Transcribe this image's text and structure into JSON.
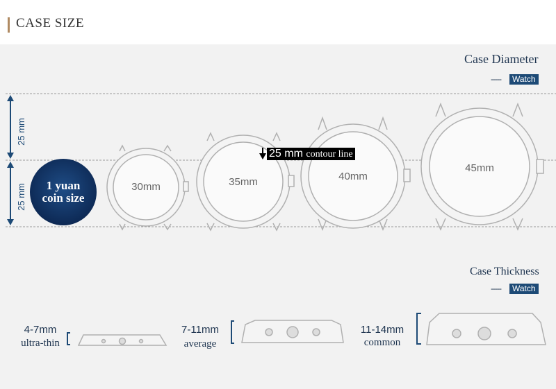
{
  "header": {
    "title": "CASE SIZE"
  },
  "diameter": {
    "title": "Case Diameter",
    "dash": "-----",
    "tag": "Watch",
    "scale_top": "25 mm",
    "scale_bottom": "25 mm",
    "contour_value": "25 mm",
    "contour_text": "contour line",
    "coin_line1": "1 yuan",
    "coin_line2": "coin size",
    "watches": [
      "30mm",
      "35mm",
      "40mm",
      "45mm"
    ]
  },
  "thickness": {
    "title": "Case Thickness",
    "dash": "-----",
    "tag": "Watch",
    "items": [
      {
        "size": "4-7mm",
        "name": "ultra-thin"
      },
      {
        "size": "7-11mm",
        "name": "average"
      },
      {
        "size": "11-14mm",
        "name": "common"
      }
    ]
  },
  "colors": {
    "accent": "#1d4a76",
    "coin": "#0f2d5c",
    "header_bar": "#b08a62"
  }
}
